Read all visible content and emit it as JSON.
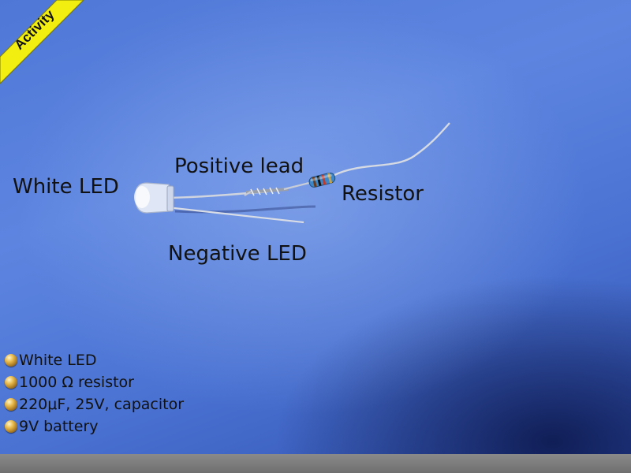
{
  "banner": {
    "label": "Activity",
    "color": "#ffff00"
  },
  "labels": {
    "white_led": "White LED",
    "positive_lead": "Positive lead",
    "resistor": "Resistor",
    "negative_led": "Negative LED"
  },
  "materials": [
    {
      "icon": "gold-bullet-icon",
      "text": "White LED"
    },
    {
      "icon": "gold-bullet-icon",
      "text": "1000 Ω resistor"
    },
    {
      "icon": "gold-bullet-icon",
      "text": "220μF, 25V, capacitor"
    },
    {
      "icon": "gold-bullet-icon",
      "text": "9V battery"
    }
  ],
  "colors": {
    "background_blue": "#5d85e0",
    "resistor_body": "#3d86c8"
  }
}
